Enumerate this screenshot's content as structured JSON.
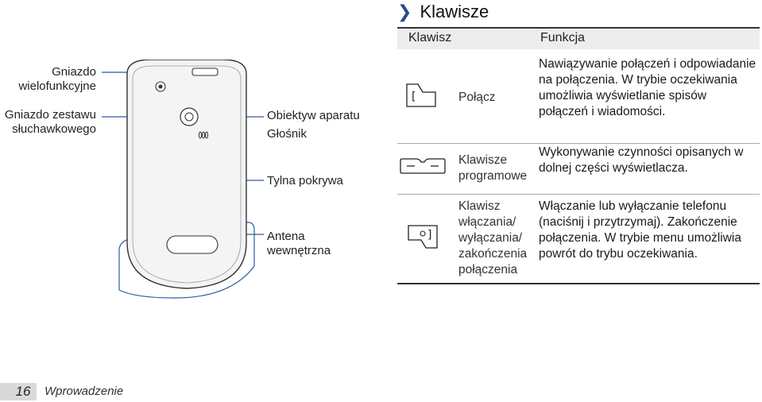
{
  "section_title": "Klawisze",
  "callouts": {
    "multifunction_jack": "Gniazdo\nwielofunkcyjne",
    "headset_jack": "Gniazdo zestawu\nsłuchawkowego",
    "camera_lens": "Obiektyw aparatu",
    "speaker": "Głośnik",
    "back_cover": "Tylna pokrywa",
    "antenna": "Antena\nwewnętrzna"
  },
  "table": {
    "col_key": "Klawisz",
    "col_function": "Funkcja",
    "rows": [
      {
        "icon": "call-key-icon",
        "key": "Połącz",
        "function": "Nawiązywanie połączeń i odpowiadanie na połączenia. W trybie oczekiwania umożliwia wyświetlanie spisów połączeń i wiadomości."
      },
      {
        "icon": "soft-keys-icon",
        "key": "Klawisze programowe",
        "function": "Wykonywanie czynności opisanych w dolnej części wyświetlacza."
      },
      {
        "icon": "power-end-key-icon",
        "key": "Klawisz włączania/ wyłączania/ zakończenia połączenia",
        "function": "Włączanie lub wyłączanie telefonu (naciśnij i przytrzymaj). Zakończenie połączenia. W trybie menu umożliwia powrót do trybu oczekiwania."
      }
    ]
  },
  "footer": {
    "page_number": "16",
    "section": "Wprowadzenie"
  }
}
